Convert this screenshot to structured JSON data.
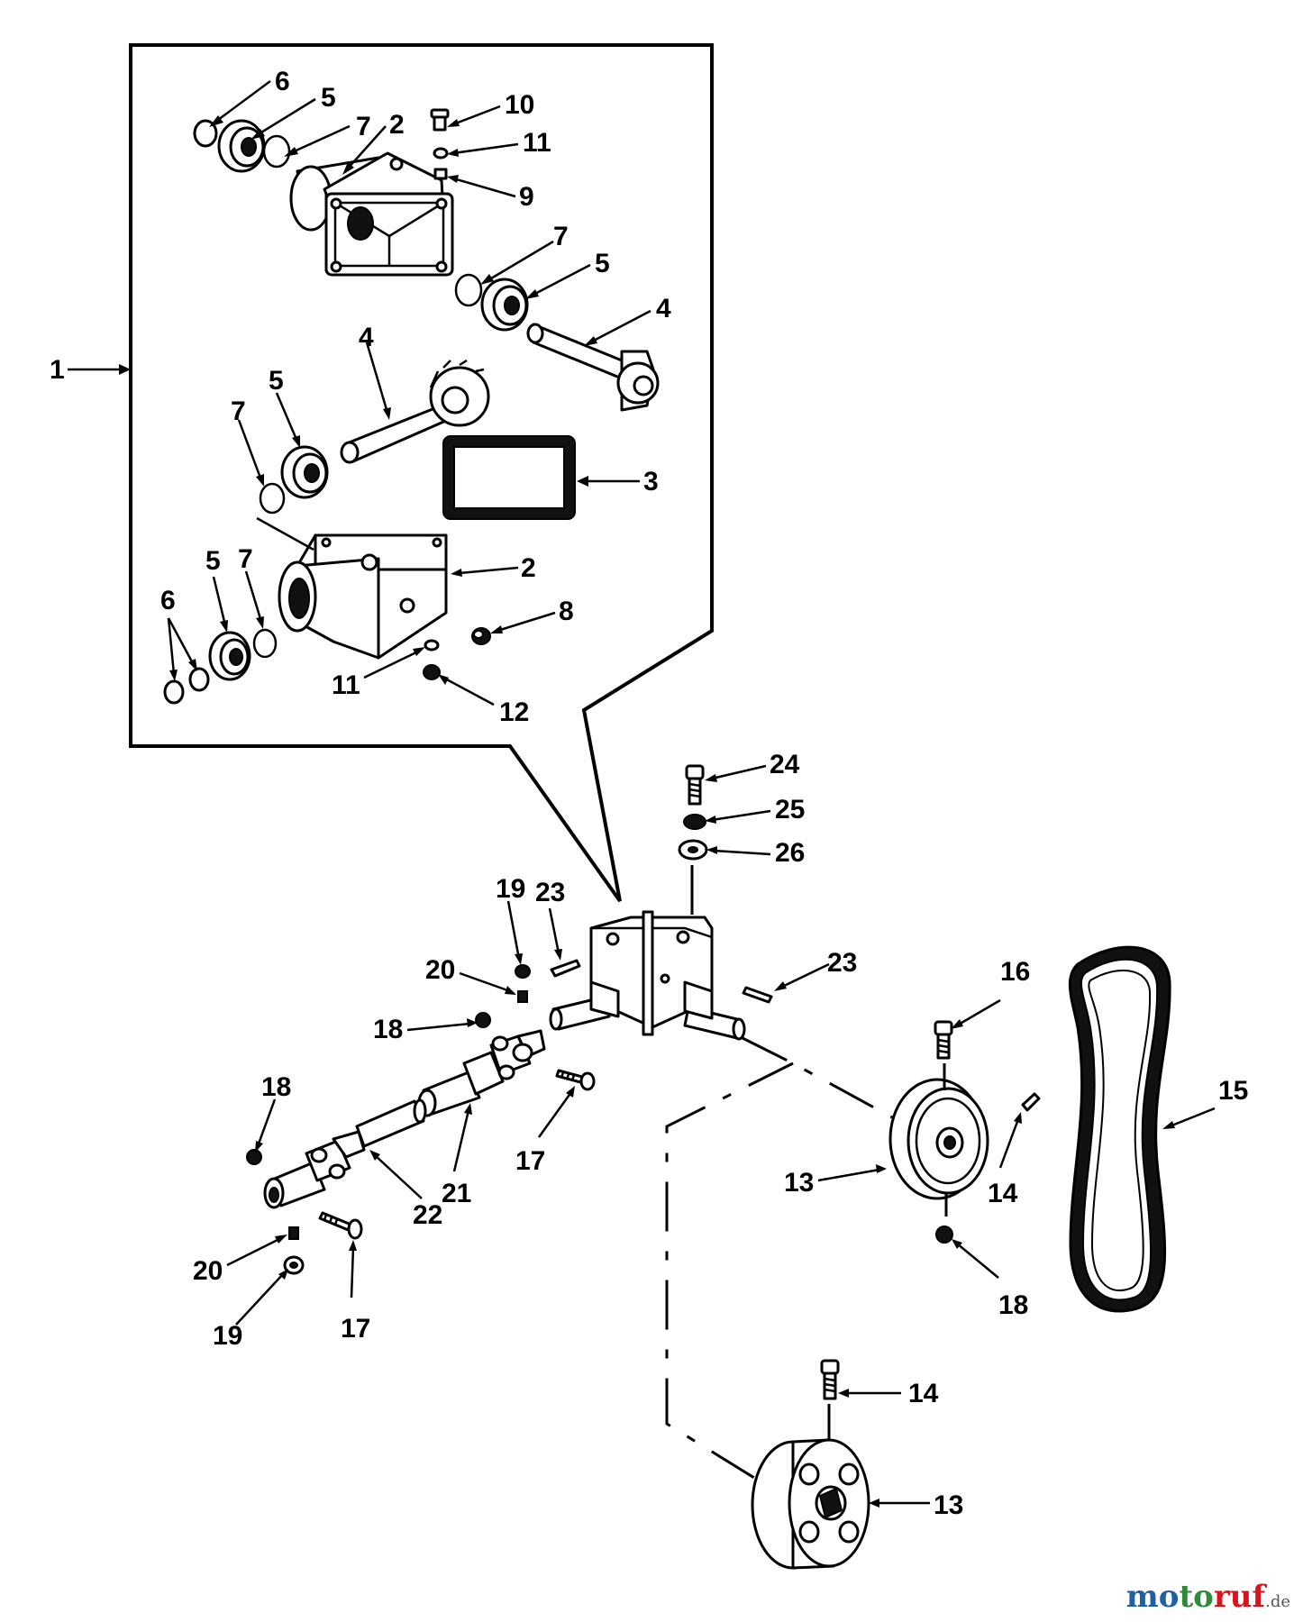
{
  "diagram": {
    "callouts": [
      {
        "id": "c1",
        "label": "1"
      },
      {
        "id": "c6a",
        "label": "6"
      },
      {
        "id": "c5a",
        "label": "5"
      },
      {
        "id": "c7a",
        "label": "7"
      },
      {
        "id": "c2a",
        "label": "2"
      },
      {
        "id": "c10",
        "label": "10"
      },
      {
        "id": "c11a",
        "label": "11"
      },
      {
        "id": "c9",
        "label": "9"
      },
      {
        "id": "c7b",
        "label": "7"
      },
      {
        "id": "c5b",
        "label": "5"
      },
      {
        "id": "c4a",
        "label": "4"
      },
      {
        "id": "c4b",
        "label": "4"
      },
      {
        "id": "c5c",
        "label": "5"
      },
      {
        "id": "c7c",
        "label": "7"
      },
      {
        "id": "c3",
        "label": "3"
      },
      {
        "id": "c2b",
        "label": "2"
      },
      {
        "id": "c5d",
        "label": "5"
      },
      {
        "id": "c7d",
        "label": "7"
      },
      {
        "id": "c6b",
        "label": "6"
      },
      {
        "id": "c8",
        "label": "8"
      },
      {
        "id": "c11b",
        "label": "11"
      },
      {
        "id": "c12",
        "label": "12"
      },
      {
        "id": "c24",
        "label": "24"
      },
      {
        "id": "c25",
        "label": "25"
      },
      {
        "id": "c26",
        "label": "26"
      },
      {
        "id": "c19a",
        "label": "19"
      },
      {
        "id": "c23a",
        "label": "23"
      },
      {
        "id": "c20a",
        "label": "20"
      },
      {
        "id": "c23b",
        "label": "23"
      },
      {
        "id": "c18a",
        "label": "18"
      },
      {
        "id": "c16",
        "label": "16"
      },
      {
        "id": "c15",
        "label": "15"
      },
      {
        "id": "c18b",
        "label": "18"
      },
      {
        "id": "c17a",
        "label": "17"
      },
      {
        "id": "c21",
        "label": "21"
      },
      {
        "id": "c22",
        "label": "22"
      },
      {
        "id": "c13a",
        "label": "13"
      },
      {
        "id": "c14a",
        "label": "14"
      },
      {
        "id": "c18c",
        "label": "18"
      },
      {
        "id": "c20b",
        "label": "20"
      },
      {
        "id": "c17b",
        "label": "17"
      },
      {
        "id": "c19b",
        "label": "19"
      },
      {
        "id": "c14b",
        "label": "14"
      },
      {
        "id": "c13b",
        "label": "13"
      }
    ]
  },
  "watermark": {
    "part1": "mo",
    "part2": "to",
    "part3": "ruf",
    "suffix": ".de"
  }
}
